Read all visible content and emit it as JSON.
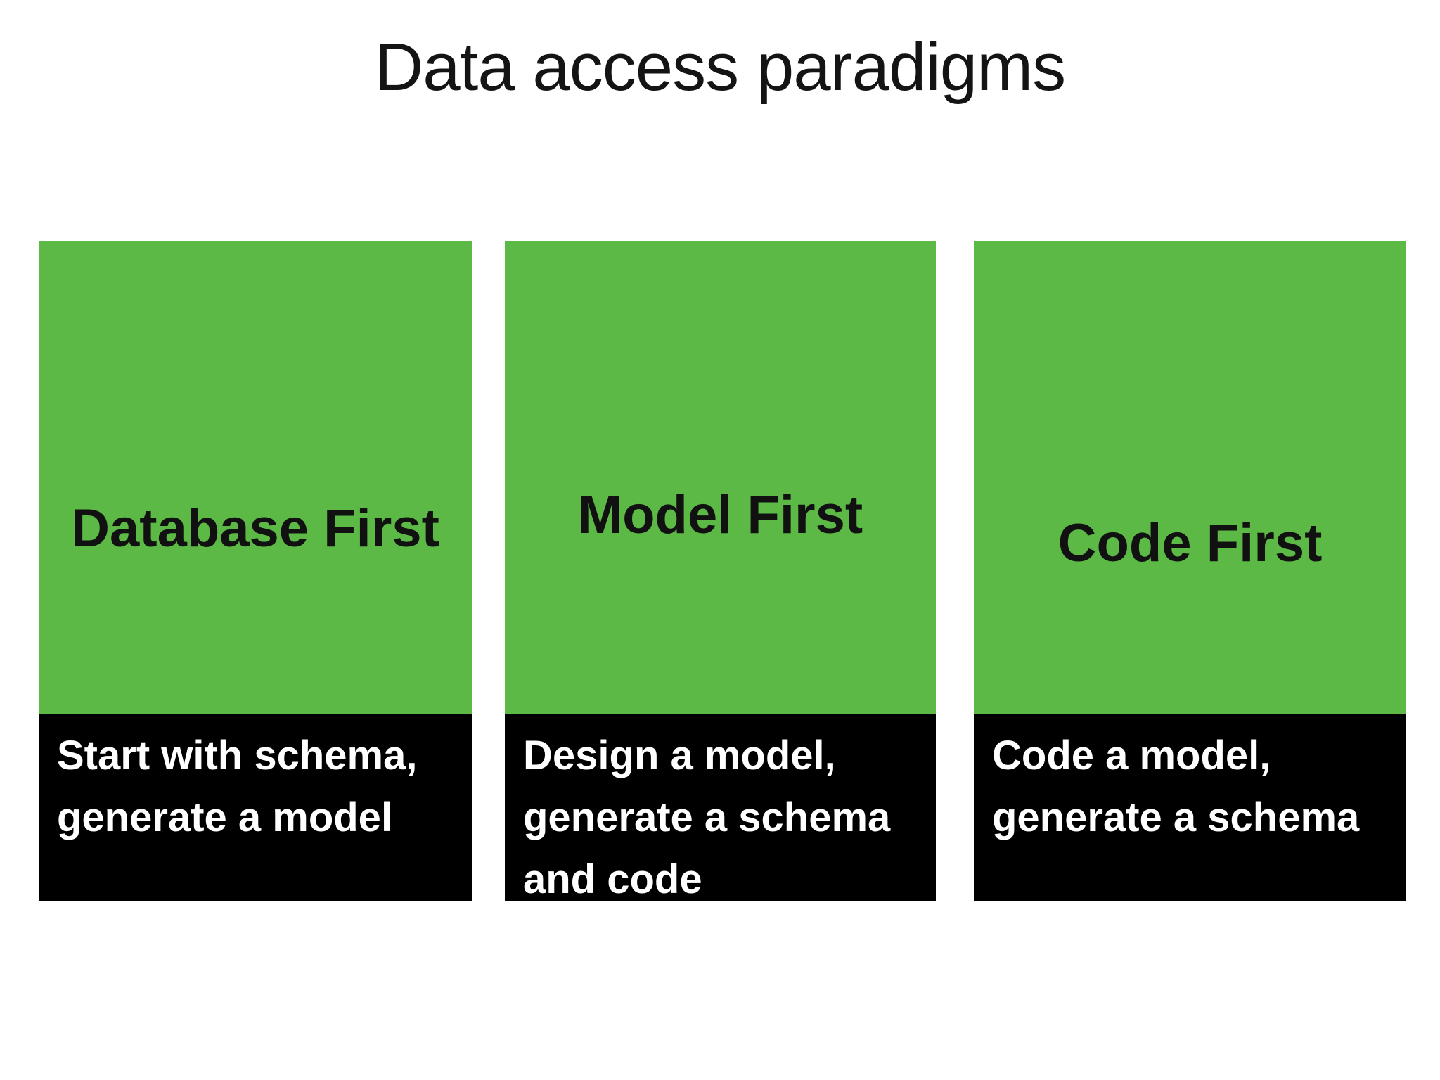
{
  "page": {
    "title": "Data access paradigms",
    "background_color": "#ffffff"
  },
  "colors": {
    "card_top_green": "#5cb946",
    "card_bottom_black": "#000000",
    "title_text": "#141414",
    "card_title_text": "#111111",
    "card_description_text": "#ffffff"
  },
  "cards": [
    {
      "title": "Database First",
      "description": "Start with schema,\ngenerate a model"
    },
    {
      "title": "Model First",
      "description": "Design a model,\ngenerate a schema\nand code"
    },
    {
      "title": "Code First",
      "description": "Code a model,\ngenerate a schema"
    }
  ]
}
